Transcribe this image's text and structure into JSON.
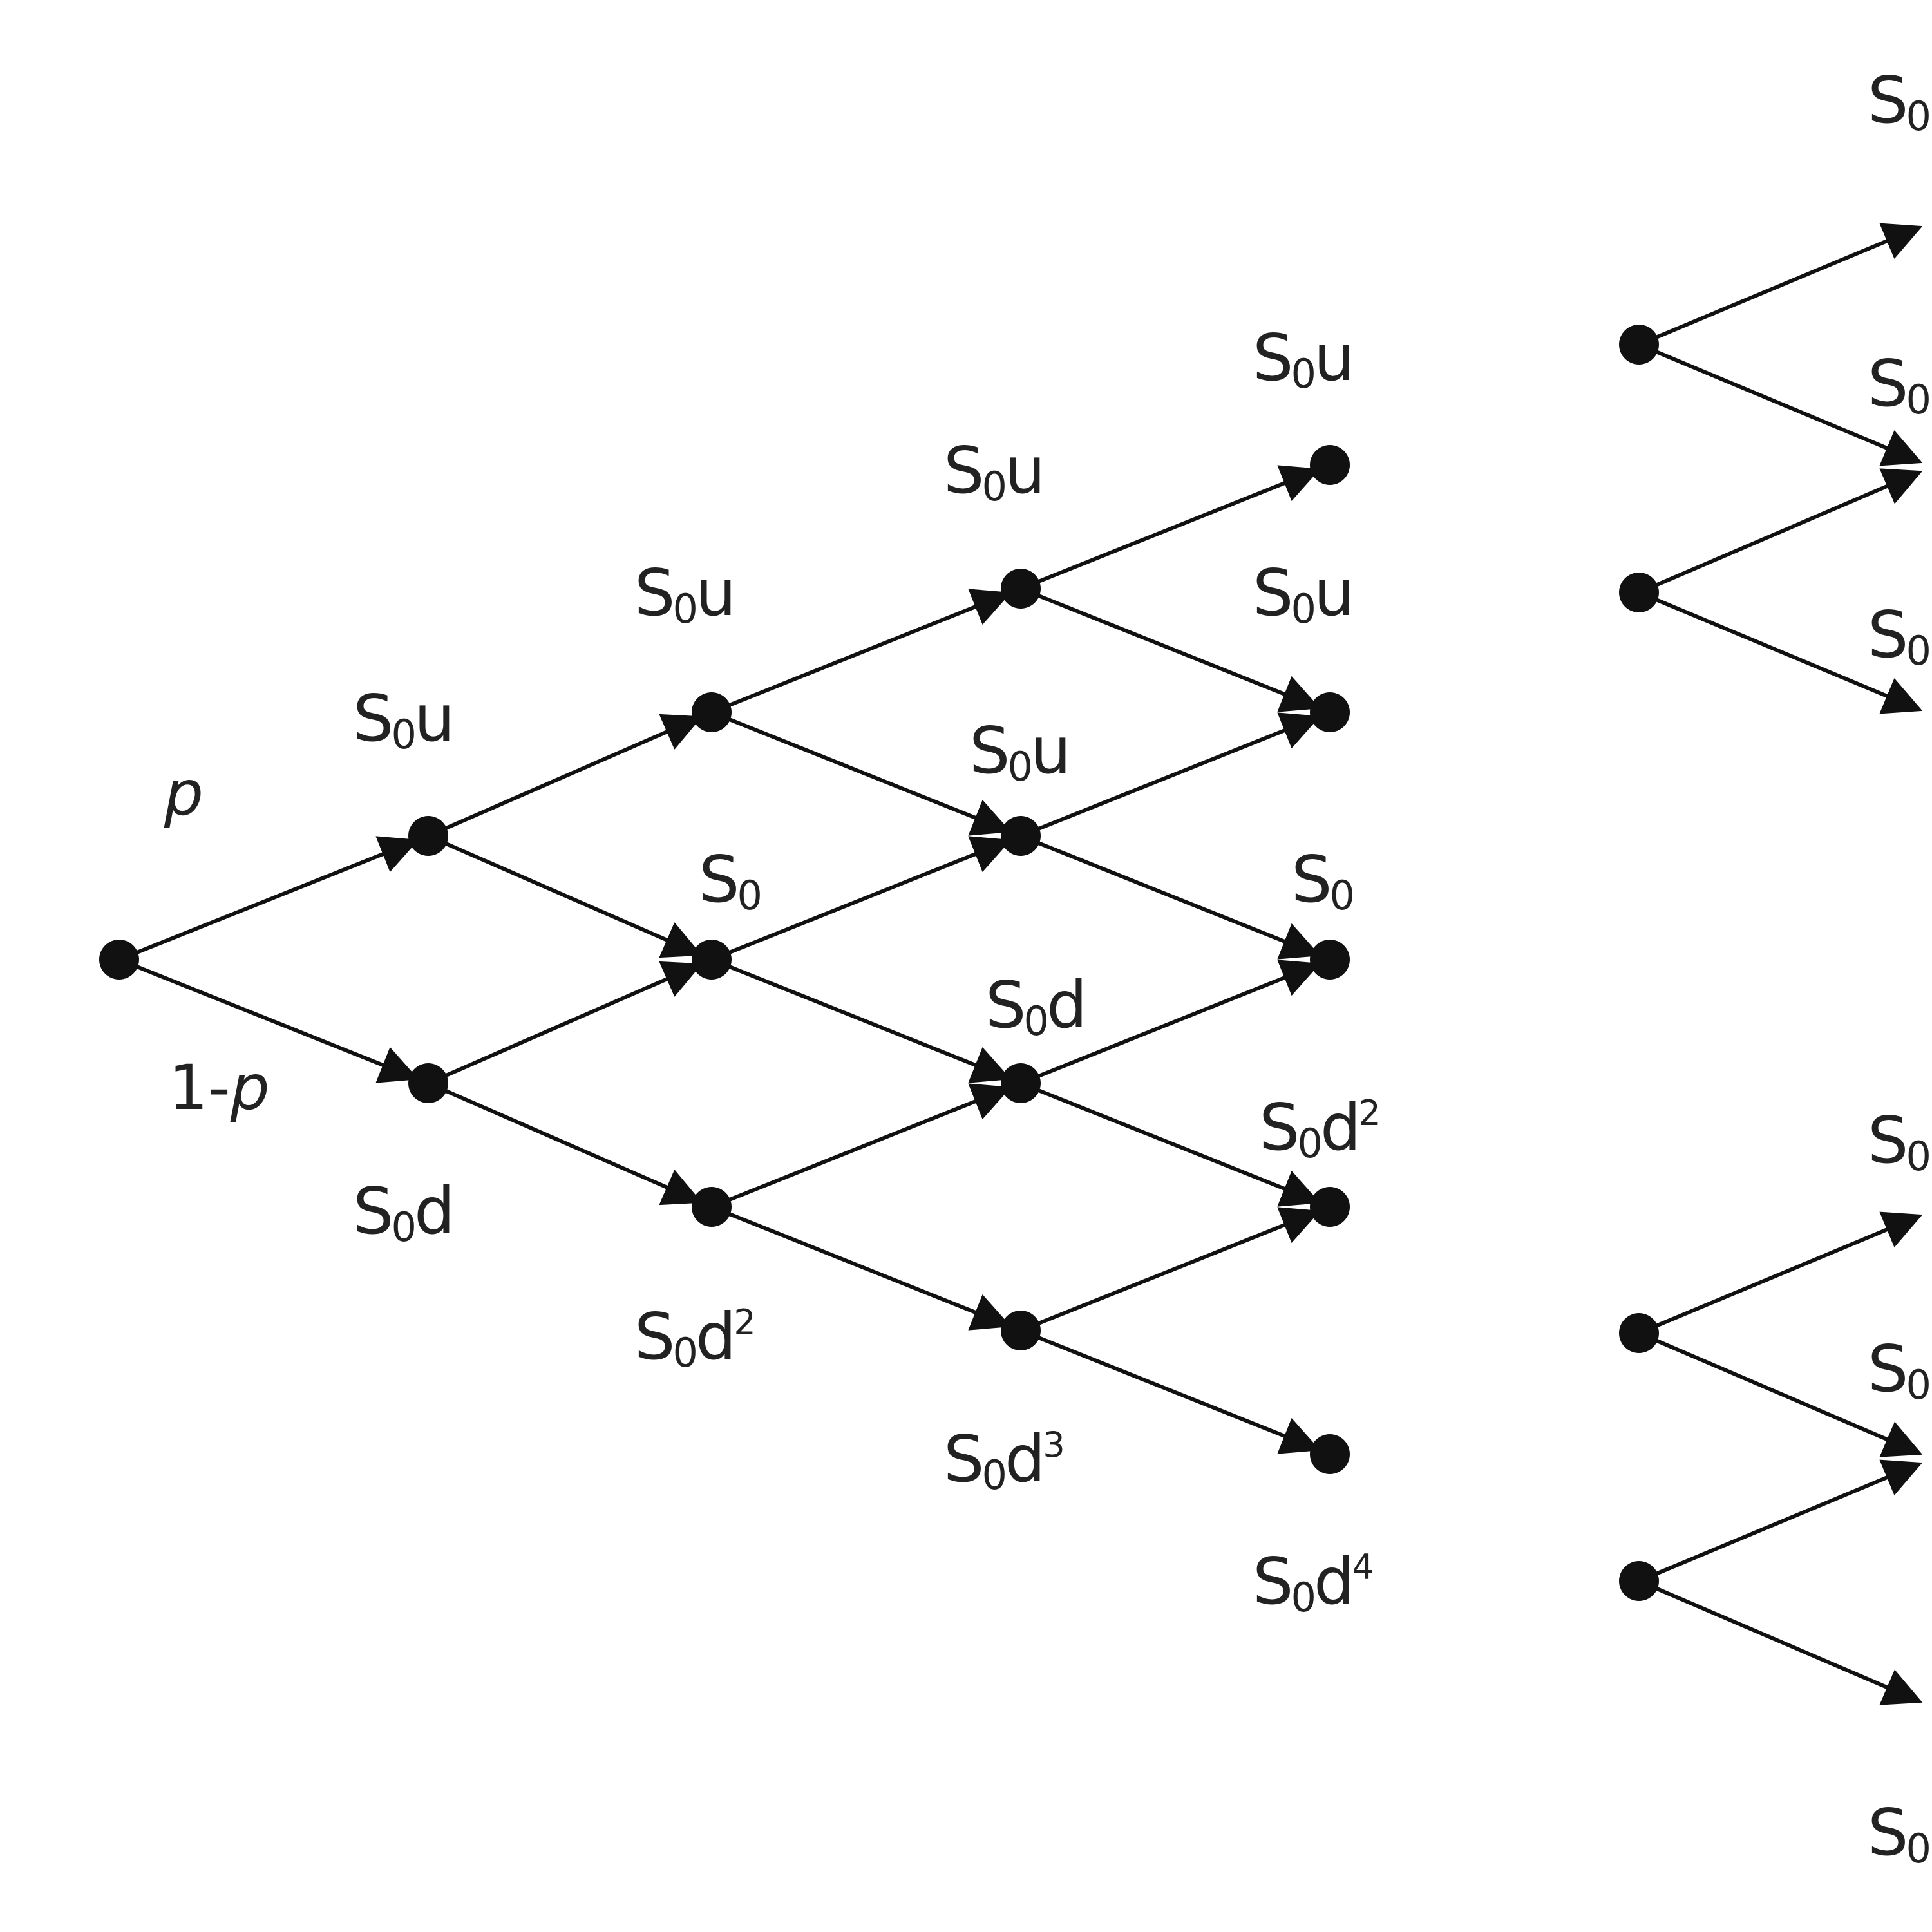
{
  "colors": {
    "ink": "#111111",
    "text": "#222222",
    "background": "#ffffff"
  },
  "probabilities": {
    "up": "p",
    "down_prefix": "1-",
    "down_var": "p"
  },
  "labels": {
    "s": "S",
    "zero": "0",
    "u": "u",
    "d": "d",
    "sq": "2",
    "cube": "3",
    "fourth": "4"
  }
}
